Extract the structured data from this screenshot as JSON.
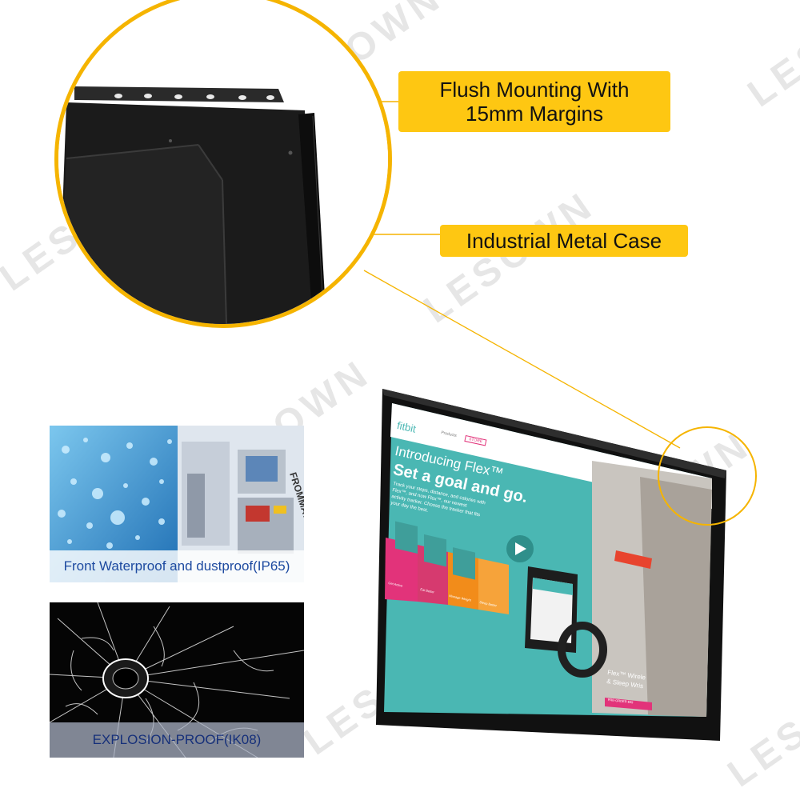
{
  "brand": {
    "watermark": "LESOWN"
  },
  "callouts": {
    "flush_line1": "Flush Mounting With",
    "flush_line2": "15mm Margins",
    "metal": "Industrial Metal Case"
  },
  "features": {
    "waterproof": {
      "caption": "Front Waterproof and dustproof(IP65)",
      "machine_label": "FROMMATIC"
    },
    "explosion": {
      "caption": "EXPLOSION-PROOF(IK08)"
    }
  },
  "screen": {
    "logo": "fitbit",
    "nav_products": "Products",
    "nav_store": "STORE",
    "headline_1": "Introducing Flex™",
    "headline_2": "Set a goal and go.",
    "body_line_1": "Track your steps, distance, and calories with",
    "body_line_2": "Flex™, and now Flex™, our newest",
    "body_line_3": "activity tracker. Choose the tracker that fits",
    "body_line_4": "your day the best.",
    "tiles": [
      "Get Active",
      "Eat Better",
      "Manage Weight",
      "Sleep Better"
    ],
    "promo_1": "Flex™ Wirele",
    "promo_2": "& Sleep Wris",
    "preorder": "PRE-ORDER $99"
  },
  "colors": {
    "accent_yellow": "#fec712",
    "circle_yellow": "#f5b400",
    "caption_blue": "#1d4aa0",
    "teal": "#4ab7b3",
    "tile_pink": "#e2337a",
    "tile_orange": "#f28c1a"
  }
}
